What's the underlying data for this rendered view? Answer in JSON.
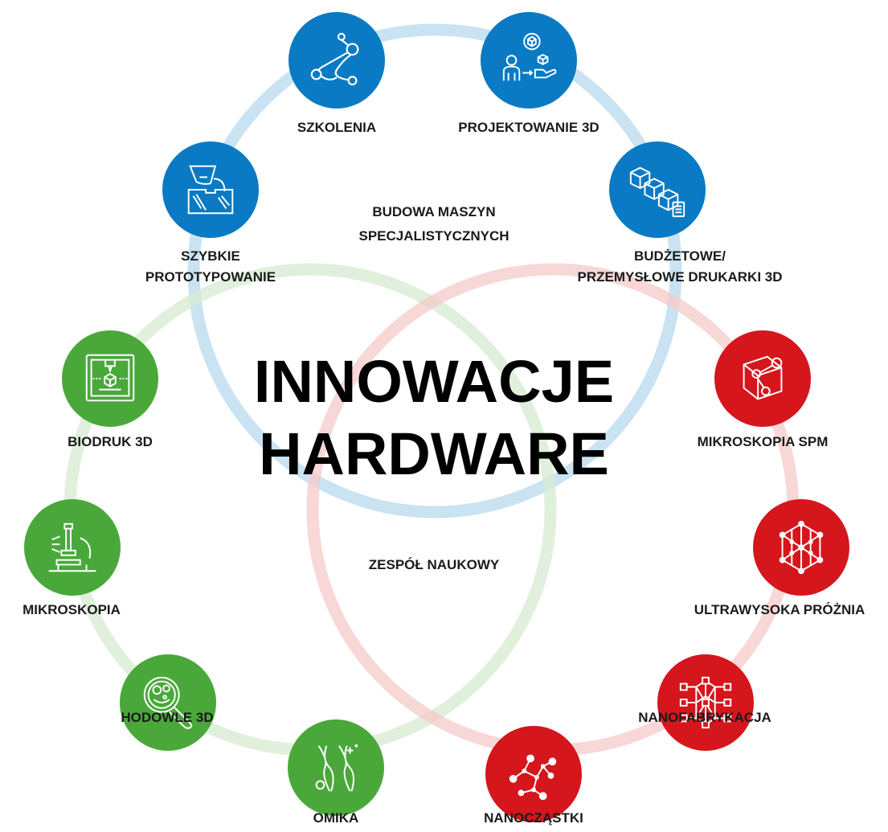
{
  "title": {
    "line1": "INNOWACJE",
    "line2": "HARDWARE"
  },
  "colors": {
    "blue": "#0a7ac4",
    "green": "#4aa83b",
    "red": "#d5161c",
    "ring_blue": "#bcdcf0",
    "ring_green": "#d5ebd0",
    "ring_red": "#f5c9c9"
  },
  "groups": {
    "blue": "BUDOWA MASZYN\nSPECJALISTYCZNYCH",
    "red": "ZESPÓŁ NAUKOWY"
  },
  "nodes": [
    {
      "label": "SZKOLENIA",
      "group": "blue",
      "icon": "network-path-icon"
    },
    {
      "label": "PROJEKTOWANIE 3D",
      "group": "blue",
      "icon": "designer-handover-icon"
    },
    {
      "label": "BUDŻETOWE/\nPRZEMYSŁOWE DRUKARKI 3D",
      "group": "blue",
      "icon": "cubes-checklist-icon"
    },
    {
      "label": "MIKROSKOPIA SPM",
      "group": "red",
      "icon": "spm-probe-icon"
    },
    {
      "label": "ULTRAWYSOKA PRÓŻNIA",
      "group": "red",
      "icon": "molecule-lattice-icon"
    },
    {
      "label": "NANOFABRYKACJA",
      "group": "red",
      "icon": "nano-grid-icon"
    },
    {
      "label": "NANOCZĄSTKI",
      "group": "red",
      "icon": "nanoparticles-icon"
    },
    {
      "label": "OMIKA",
      "group": "green",
      "icon": "chromosome-icon"
    },
    {
      "label": "HODOWLE 3D",
      "group": "green",
      "icon": "magnifier-cells-icon"
    },
    {
      "label": "MIKROSKOPIA",
      "group": "green",
      "icon": "microscope-icon"
    },
    {
      "label": "BIODRUK 3D",
      "group": "green",
      "icon": "bioprinter-icon"
    },
    {
      "label": "SZYBKIE\nPROTOTYPOWANIE",
      "group": "blue",
      "icon": "pouring-mold-icon"
    }
  ]
}
